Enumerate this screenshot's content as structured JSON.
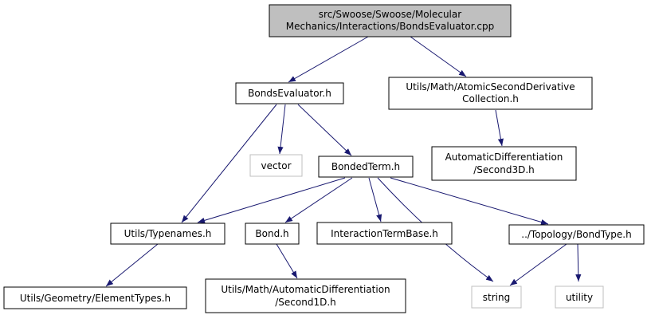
{
  "colors": {
    "edge": "#191970",
    "root_fill": "#bfbfbf",
    "node_border": "#000000",
    "external_border": "#bfbfbf"
  },
  "nodes": {
    "root": [
      "src/Swoose/Swoose/Molecular",
      "Mechanics/Interactions/BondsEvaluator.cpp"
    ],
    "bonds_evaluator": [
      "BondsEvaluator.h"
    ],
    "atomic_second_derivative": [
      "Utils/Math/AtomicSecondDerivative",
      "Collection.h"
    ],
    "vector": [
      "vector"
    ],
    "bonded_term": [
      "BondedTerm.h"
    ],
    "autodiff_second3d": [
      "AutomaticDifferentiation",
      "/Second3D.h"
    ],
    "typenames": [
      "Utils/Typenames.h"
    ],
    "bond": [
      "Bond.h"
    ],
    "interaction_term_base": [
      "InteractionTermBase.h"
    ],
    "bond_type": [
      "../Topology/BondType.h"
    ],
    "element_types": [
      "Utils/Geometry/ElementTypes.h"
    ],
    "autodiff_second1d": [
      "Utils/Math/AutomaticDifferentiation",
      "/Second1D.h"
    ],
    "string": [
      "string"
    ],
    "utility": [
      "utility"
    ]
  }
}
